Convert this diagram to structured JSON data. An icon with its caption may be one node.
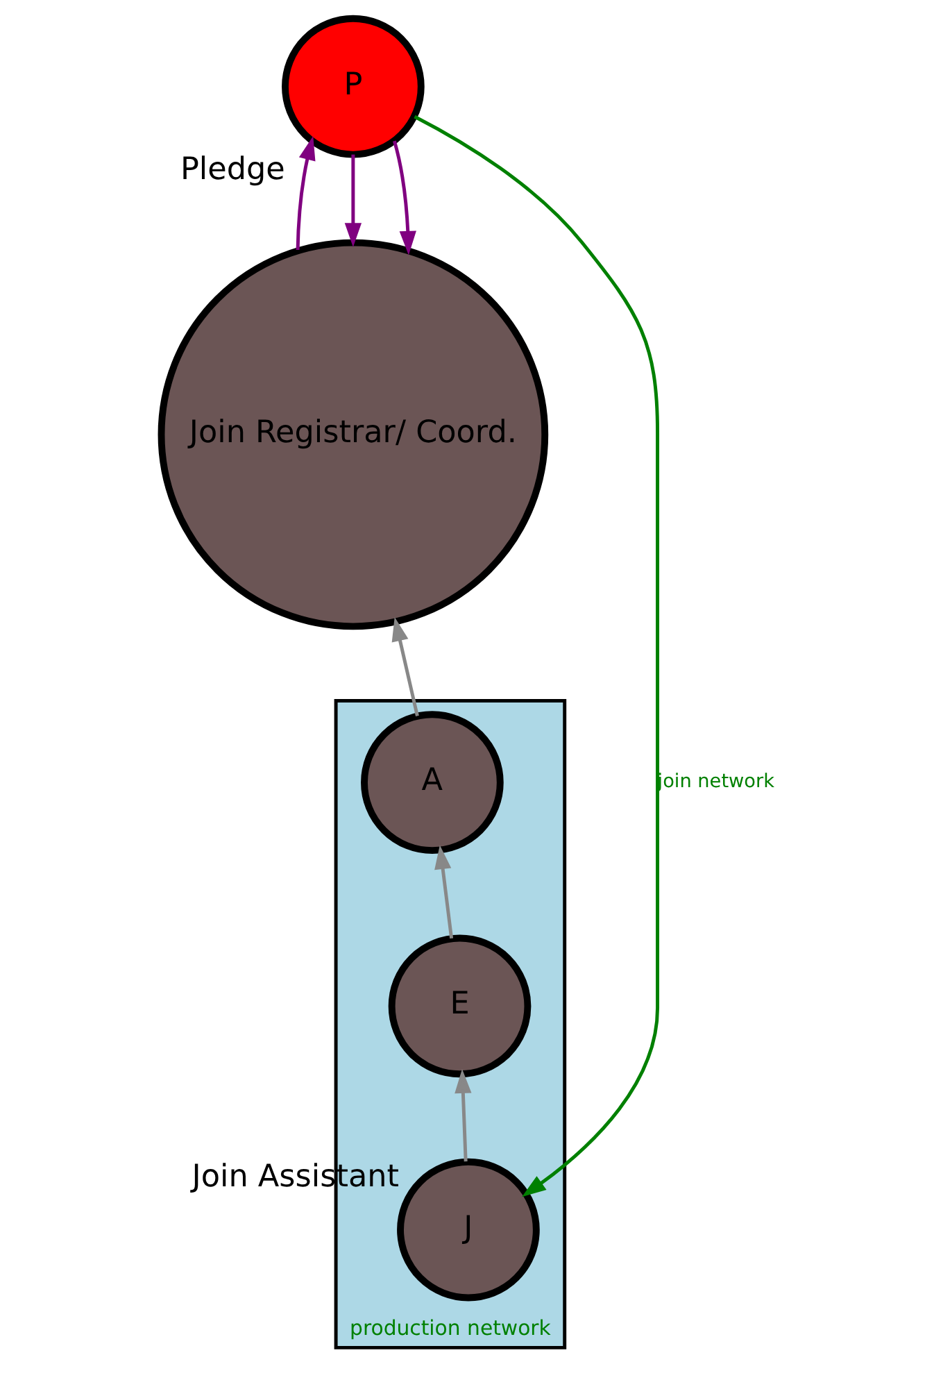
{
  "diagram": {
    "nodes": [
      {
        "text": [
          "Join Registrar/ Coord."
        ]
      },
      {
        "text": [
          "production network"
        ]
      },
      {
        "text": [
          "A"
        ],
        "in": 1
      },
      {
        "text": [
          "E"
        ],
        "in": 1
      },
      {
        "text": [
          "J"
        ],
        "in": 1,
        "beside": [
          "Join Assistant"
        ]
      },
      {
        "text": [
          "P"
        ],
        "beside": [
          "Pledge"
        ]
      }
    ],
    "edges": [
      {
        "from": 2,
        "to": 0,
        "arrow": "to"
      },
      {
        "from": 4,
        "to": 3,
        "arrow": "to"
      },
      {
        "from": 3,
        "to": 2,
        "arrow": "to"
      },
      {
        "from": 5,
        "to": 4,
        "arrow": "to",
        "label": "join network",
        "color": "#008000"
      },
      {
        "from": 5,
        "to": 0,
        "arrow": "to",
        "color": "#800080"
      },
      {
        "from": 0,
        "to": 5,
        "arrow": "to",
        "color": "#800080"
      },
      {
        "from": 5,
        "to": 0,
        "arrow": "to",
        "color": "#800080"
      }
    ]
  }
}
